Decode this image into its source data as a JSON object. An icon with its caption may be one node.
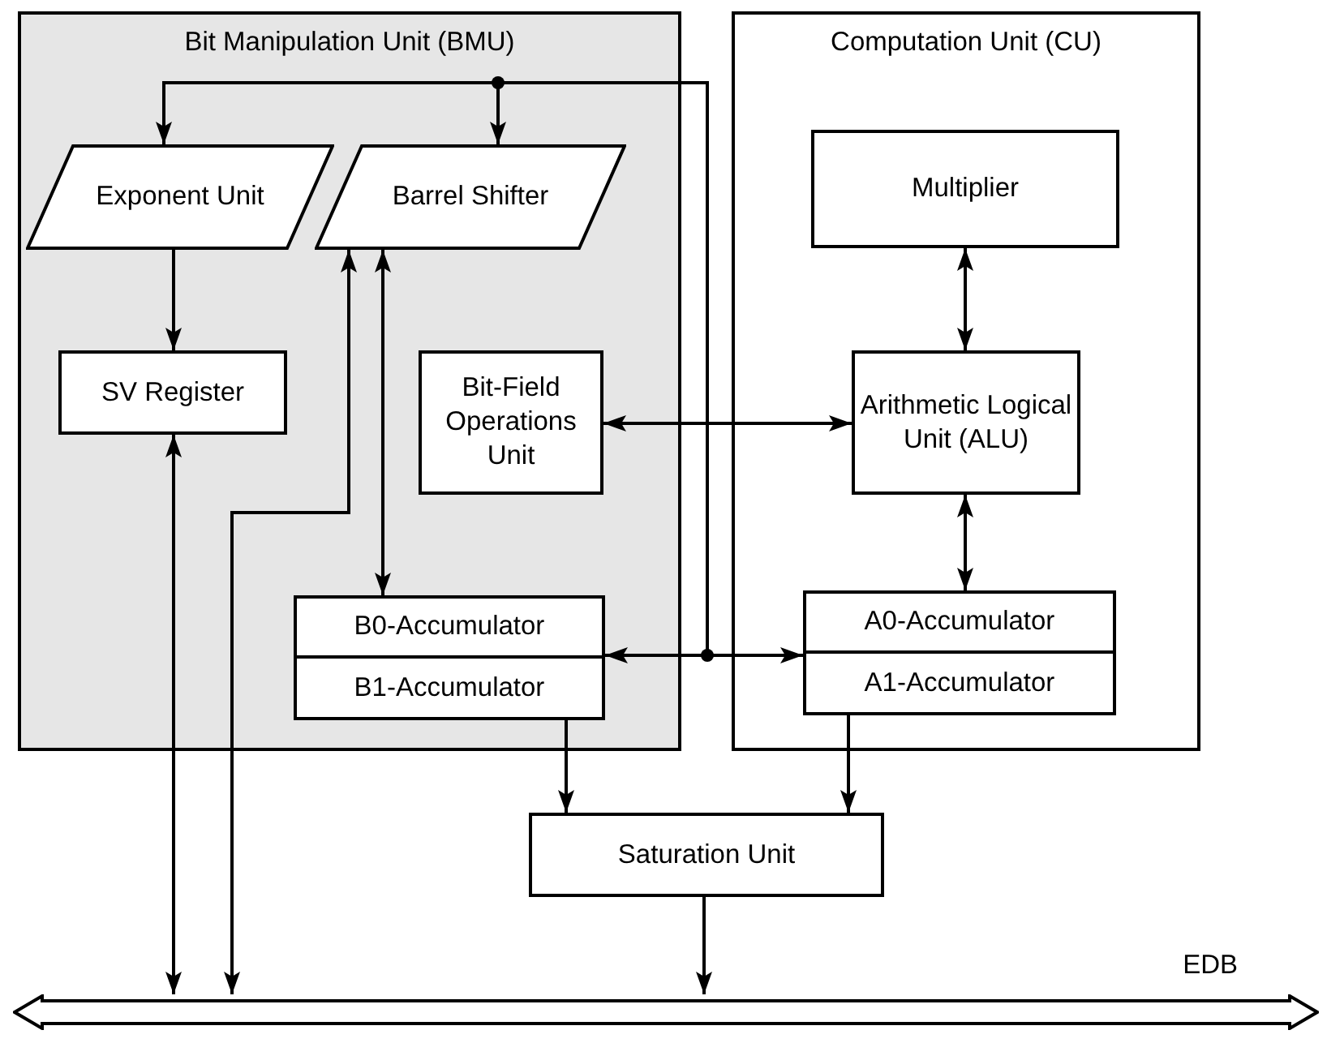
{
  "diagram": {
    "nodes": [
      {
        "text": [
          "Bit Manipulation Unit (BMU)"
        ]
      },
      {
        "text": [
          "Exponent Unit"
        ],
        "in": 0
      },
      {
        "text": [
          "Barrel Shifter"
        ],
        "in": 0
      },
      {
        "text": [
          "SV Register"
        ],
        "in": 0
      },
      {
        "text": [
          "Bit-Field Operations Unit"
        ],
        "in": 0
      },
      {
        "text": [
          "B0-Accumulator"
        ],
        "in": 0
      },
      {
        "text": [
          "B1-Accumulator"
        ],
        "in": 0
      },
      {
        "text": [
          "Computation Unit (CU)"
        ]
      },
      {
        "text": [
          "Multiplier"
        ],
        "in": 7
      },
      {
        "text": [
          "Arithmetic Logical Unit (ALU)"
        ],
        "in": 7
      },
      {
        "text": [
          "A0-Accumulator"
        ],
        "in": 7
      },
      {
        "text": [
          "A1-Accumulator"
        ],
        "in": 7
      },
      {
        "text": [
          "Saturation Unit"
        ]
      },
      {
        "text": [
          "EDB"
        ]
      }
    ],
    "edges": [
      {
        "from": 10,
        "to": 1,
        "arrow": "to"
      },
      {
        "from": 10,
        "to": 2,
        "arrow": "to"
      },
      {
        "from": 1,
        "to": 3,
        "arrow": "to"
      },
      {
        "from": 2,
        "to": 5,
        "arrow": "both"
      },
      {
        "from": 13,
        "to": 2,
        "arrow": "both"
      },
      {
        "from": 3,
        "to": 13,
        "arrow": "both"
      },
      {
        "from": 4,
        "to": 9,
        "arrow": "both"
      },
      {
        "from": 5,
        "to": 10,
        "arrow": "both"
      },
      {
        "from": 6,
        "to": 12,
        "arrow": "to"
      },
      {
        "from": 11,
        "to": 12,
        "arrow": "to"
      },
      {
        "from": 12,
        "to": 13,
        "arrow": "to"
      },
      {
        "from": 8,
        "to": 9,
        "arrow": "both"
      },
      {
        "from": 9,
        "to": 10,
        "arrow": "both"
      }
    ]
  }
}
